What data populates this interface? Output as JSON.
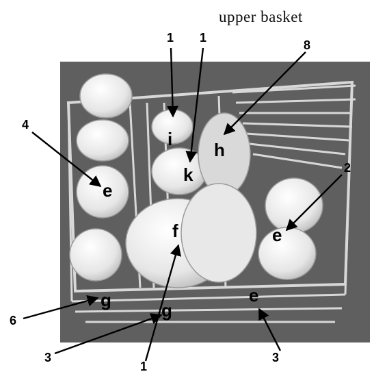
{
  "title": "upper basket",
  "callouts": {
    "n1_top_left": "1",
    "n1_top_right": "1",
    "n8": "8",
    "n4": "4",
    "n2": "2",
    "n6": "6",
    "n3_left": "3",
    "n1_bottom": "1",
    "n3_right": "3"
  },
  "item_labels": {
    "i": "i",
    "k": "k",
    "h": "h",
    "e_left": "e",
    "f": "f",
    "e_right": "e",
    "g_left": "g",
    "g_center": "g",
    "e_bottom": "e"
  },
  "colors": {
    "photo_background": "#5f5f5f",
    "dish": "#ededed",
    "rack_wire": "#d8d8d8",
    "arrow": "#000000"
  }
}
